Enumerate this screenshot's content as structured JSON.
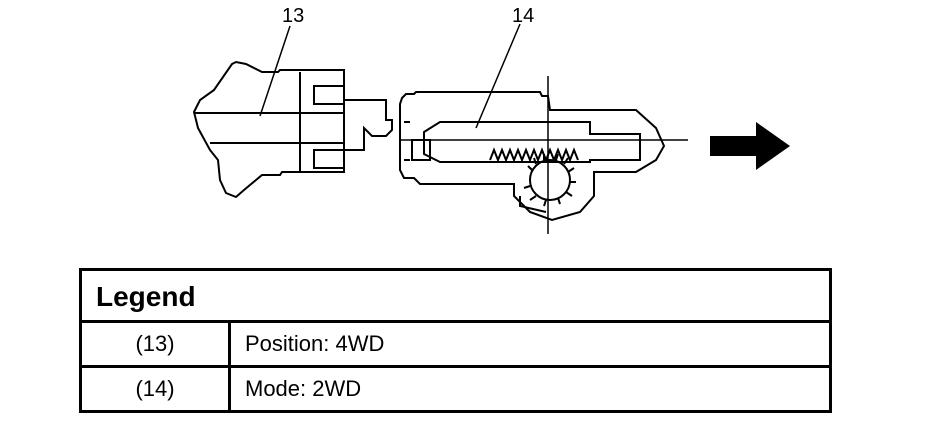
{
  "diagram": {
    "callouts": [
      "13",
      "14"
    ]
  },
  "legend": {
    "title": "Legend",
    "rows": [
      {
        "ref": "(13)",
        "desc": "Position: 4WD"
      },
      {
        "ref": "(14)",
        "desc": "Mode: 2WD"
      }
    ]
  }
}
